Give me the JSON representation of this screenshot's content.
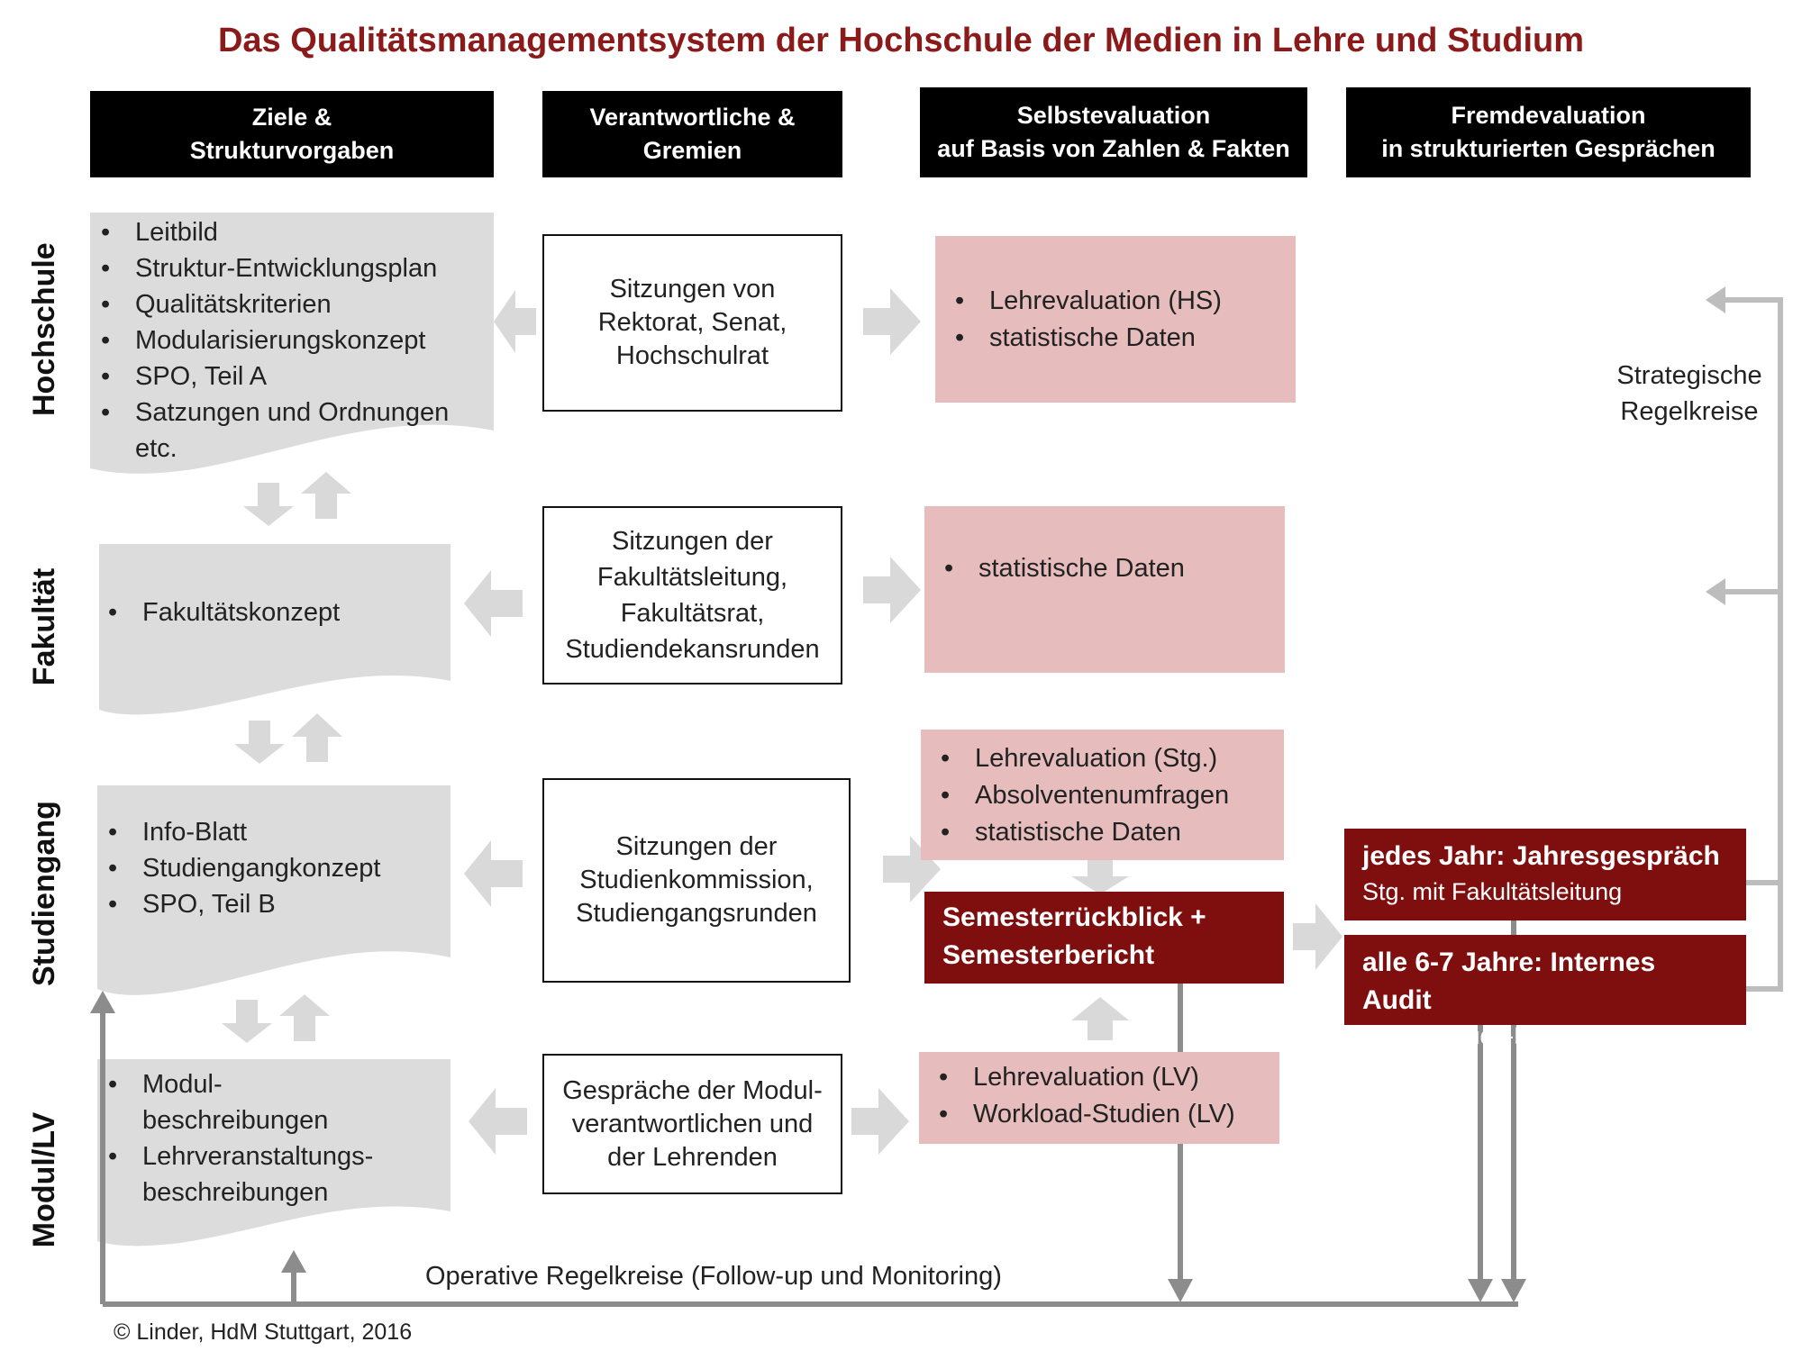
{
  "title": "Das Qualitätsmanagementsystem der Hochschule der Medien in Lehre und Studium",
  "columns": [
    "Ziele &\nStrukturvorgaben",
    "Verantwortliche &\nGremien",
    "Selbstevaluation\nauf Basis von Zahlen & Fakten",
    "Fremdevaluation\nin strukturierten Gesprächen"
  ],
  "rows": [
    "Hochschule",
    "Fakultät",
    "Studiengang",
    "Modul/LV"
  ],
  "goals": {
    "hochschule": [
      "Leitbild",
      "Struktur-Entwicklungsplan",
      "Qualitätskriterien",
      "Modularisierungskonzept",
      "SPO, Teil A",
      "Satzungen und Ordnungen etc."
    ],
    "fakultaet": [
      "Fakultätskonzept"
    ],
    "studiengang": [
      "Info-Blatt",
      "Studiengangkonzept",
      "SPO, Teil B"
    ],
    "modul": [
      "Modul-beschreibungen",
      "Lehrveranstaltungs-beschreibungen"
    ]
  },
  "bodies": {
    "hochschule": "Sitzungen von\nRektorat, Senat,\nHochschulrat",
    "fakultaet": "Sitzungen der\nFakultätsleitung,\nFakultätsrat,\nStudiendekansrunden",
    "studiengang": "Sitzungen der\nStudienkommission,\nStudiengangsrunden",
    "modul": "Gespräche der Modul-\nverantwortlichen und\nder Lehrenden"
  },
  "selfeval": {
    "hochschule": [
      "Lehrevaluation (HS)",
      "statistische Daten"
    ],
    "fakultaet": [
      "statistische Daten"
    ],
    "studiengang": [
      "Lehrevaluation (Stg.)",
      "Absolventenumfragen",
      "statistische Daten"
    ],
    "modul": [
      "Lehrevaluation (LV)",
      "Workload-Studien (LV)"
    ]
  },
  "semester_box": [
    "Semesterrückblick +",
    "Semesterbericht"
  ],
  "external": {
    "annual": {
      "title": "jedes Jahr: Jahresgespräch",
      "subtitle": "Stg. mit Fakultätsleitung"
    },
    "audit": {
      "title": "alle 6-7 Jahre: Internes Audit",
      "subtitle": "Stg. mit Audit-Kommission"
    }
  },
  "strategic_label": [
    "Strategische",
    "Regelkreise"
  ],
  "operative_label": "Operative Regelkreise (Follow-up und Monitoring)",
  "copyright": "© Linder, HdM Stuttgart, 2016",
  "colors": {
    "title": "#8b1a1a",
    "header": "#000000",
    "gray": "#dcdcdc",
    "pink": "#e6bcbc",
    "darkred": "#7f0f0f",
    "arrow": "#d9d9d9",
    "line": "#8c8c8c"
  }
}
